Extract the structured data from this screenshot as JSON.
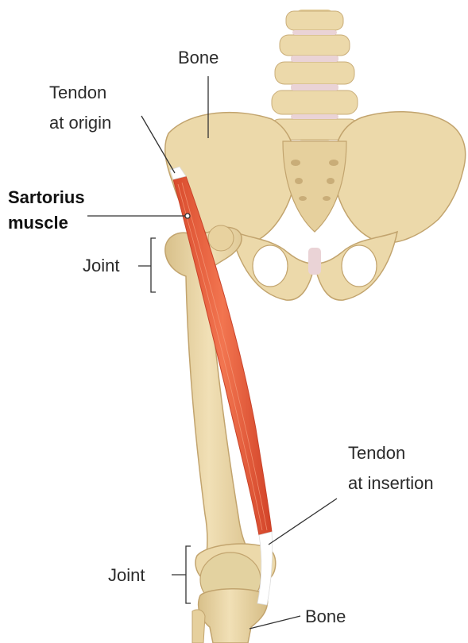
{
  "labels": {
    "bone_top": "Bone",
    "tendon_origin_line1": "Tendon",
    "tendon_origin_line2": "at origin",
    "muscle_line1": "Sartorius",
    "muscle_line2": "muscle",
    "joint_hip": "Joint",
    "tendon_insertion_line1": "Tendon",
    "tendon_insertion_line2": "at insertion",
    "joint_knee": "Joint",
    "bone_bottom": "Bone"
  },
  "colors": {
    "bone": "#ecd9aa",
    "bone_shadow": "#d2b983",
    "bone_outline": "#c2a46e",
    "muscle": "#e8643e",
    "muscle_dark": "#c9432a",
    "tendon": "#ffffff",
    "cartilage": "#ead3d6",
    "leader_line": "#333333"
  }
}
